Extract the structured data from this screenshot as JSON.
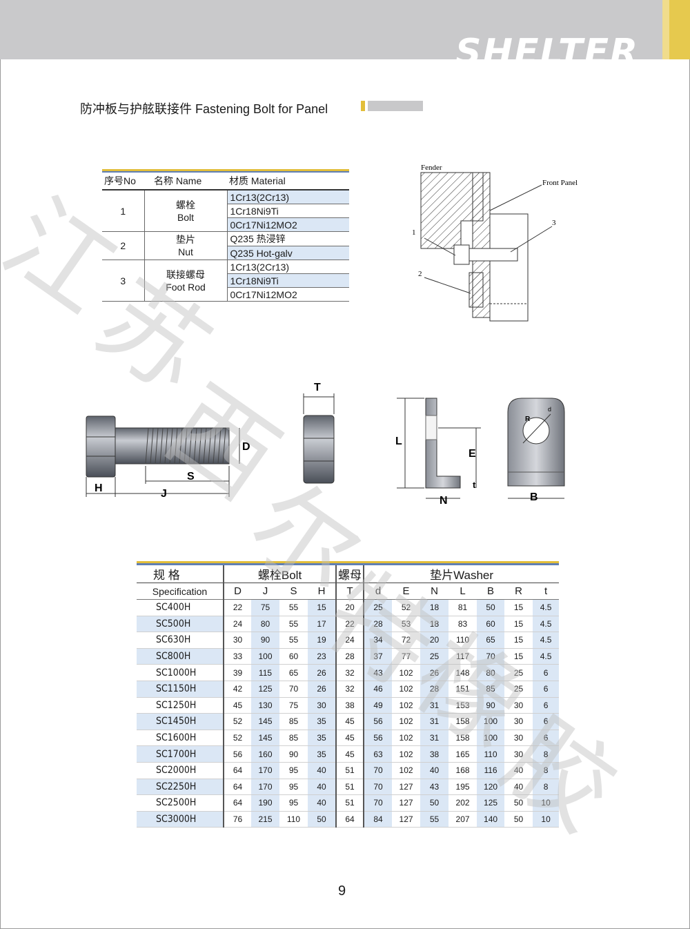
{
  "header": {
    "brand": "SHELTER"
  },
  "section": {
    "title": "防冲板与护舷联接件 Fastening Bolt for Panel"
  },
  "materials": {
    "headers": [
      "序号No",
      "名称 Name",
      "材质 Material"
    ],
    "groups": [
      {
        "no": "1",
        "name_cn": "螺栓",
        "name_en": "Bolt",
        "materials": [
          "1Cr13(2Cr13)",
          "1Cr18Ni9Ti",
          "0Cr17Ni12MO2"
        ]
      },
      {
        "no": "2",
        "name_cn": "垫片",
        "name_en": "Nut",
        "materials": [
          "Q235  热浸锌",
          "Q235 Hot-galv"
        ]
      },
      {
        "no": "3",
        "name_cn": "联接螺母",
        "name_en": "Foot Rod",
        "materials": [
          "1Cr13(2Cr13)",
          "1Cr18Ni9Ti",
          "0Cr17Ni12MO2"
        ]
      }
    ]
  },
  "assembly": {
    "fender": "Fender",
    "front_panel": "Front Panel",
    "c1": "1",
    "c2": "2",
    "c3": "3"
  },
  "dims": {
    "H": "H",
    "J": "J",
    "S": "S",
    "D": "D",
    "T": "T",
    "L": "L",
    "N": "N",
    "E": "E",
    "t": "t",
    "B": "B",
    "R": "R",
    "d": "d"
  },
  "spec": {
    "h_spec_cn": "规 格",
    "h_spec_en": "Specification",
    "h_bolt": "螺栓Bolt",
    "h_nut": "螺母",
    "h_washer": "垫片Washer",
    "cols": [
      "D",
      "J",
      "S",
      "H",
      "T",
      "d",
      "E",
      "N",
      "L",
      "B",
      "R",
      "t"
    ],
    "rows": [
      [
        "SC400H",
        "22",
        "75",
        "55",
        "15",
        "20",
        "25",
        "52",
        "18",
        "81",
        "50",
        "15",
        "4.5"
      ],
      [
        "SC500H",
        "24",
        "80",
        "55",
        "17",
        "22",
        "28",
        "53",
        "18",
        "83",
        "60",
        "15",
        "4.5"
      ],
      [
        "SC630H",
        "30",
        "90",
        "55",
        "19",
        "24",
        "34",
        "72",
        "20",
        "110",
        "65",
        "15",
        "4.5"
      ],
      [
        "SC800H",
        "33",
        "100",
        "60",
        "23",
        "28",
        "37",
        "77",
        "25",
        "117",
        "70",
        "15",
        "4.5"
      ],
      [
        "SC1000H",
        "39",
        "115",
        "65",
        "26",
        "32",
        "43",
        "102",
        "26",
        "148",
        "80",
        "25",
        "6"
      ],
      [
        "SC1150H",
        "42",
        "125",
        "70",
        "26",
        "32",
        "46",
        "102",
        "28",
        "151",
        "85",
        "25",
        "6"
      ],
      [
        "SC1250H",
        "45",
        "130",
        "75",
        "30",
        "38",
        "49",
        "102",
        "31",
        "153",
        "90",
        "30",
        "6"
      ],
      [
        "SC1450H",
        "52",
        "145",
        "85",
        "35",
        "45",
        "56",
        "102",
        "31",
        "158",
        "100",
        "30",
        "6"
      ],
      [
        "SC1600H",
        "52",
        "145",
        "85",
        "35",
        "45",
        "56",
        "102",
        "31",
        "158",
        "100",
        "30",
        "6"
      ],
      [
        "SC1700H",
        "56",
        "160",
        "90",
        "35",
        "45",
        "63",
        "102",
        "38",
        "165",
        "110",
        "30",
        "8"
      ],
      [
        "SC2000H",
        "64",
        "170",
        "95",
        "40",
        "51",
        "70",
        "102",
        "40",
        "168",
        "116",
        "40",
        "8"
      ],
      [
        "SC2250H",
        "64",
        "170",
        "95",
        "40",
        "51",
        "70",
        "127",
        "43",
        "195",
        "120",
        "40",
        "8"
      ],
      [
        "SC2500H",
        "64",
        "190",
        "95",
        "40",
        "51",
        "70",
        "127",
        "50",
        "202",
        "125",
        "50",
        "10"
      ],
      [
        "SC3000H",
        "76",
        "215",
        "110",
        "50",
        "64",
        "84",
        "127",
        "55",
        "207",
        "140",
        "50",
        "10"
      ]
    ]
  },
  "page": {
    "number": "9"
  },
  "watermark": {
    "chars": [
      "江",
      "苏",
      "西",
      "尔",
      "特",
      "橡",
      "胶"
    ]
  }
}
